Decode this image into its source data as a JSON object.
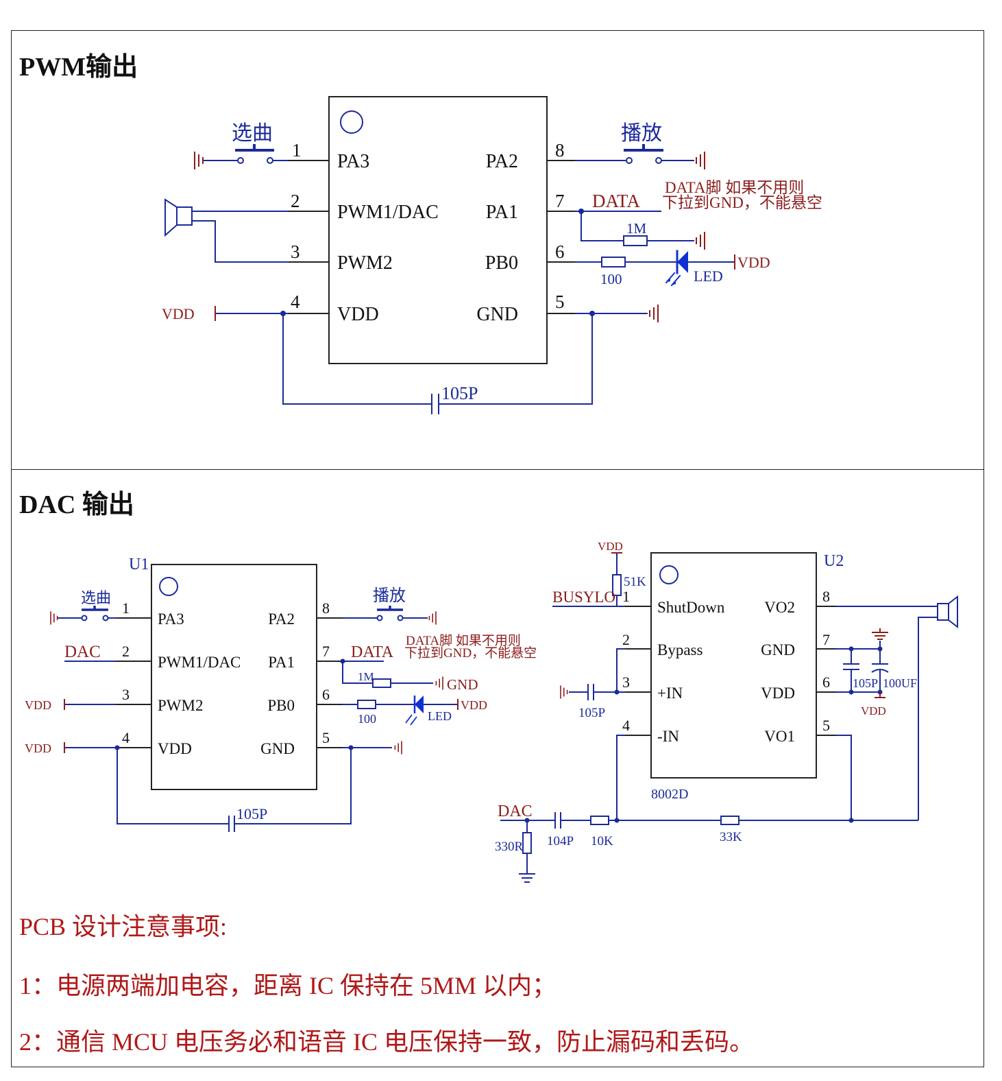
{
  "pwm_section": {
    "title": "PWM输出",
    "chip": {
      "left_pins": [
        {
          "num": "1",
          "name": "PA3"
        },
        {
          "num": "2",
          "name": "PWM1/DAC"
        },
        {
          "num": "3",
          "name": "PWM2"
        },
        {
          "num": "4",
          "name": "VDD"
        }
      ],
      "right_pins": [
        {
          "num": "8",
          "name": "PA2"
        },
        {
          "num": "7",
          "name": "PA1"
        },
        {
          "num": "6",
          "name": "PB0"
        },
        {
          "num": "5",
          "name": "GND"
        }
      ]
    },
    "switch_select": "选曲",
    "switch_play": "播放",
    "data_label": "DATA",
    "data_note_line1": "DATA脚 如果不用则",
    "data_note_line2": "下拉到GND，不能悬空",
    "resistor_pulldown": "1M",
    "resistor_led": "100",
    "led_label": "LED",
    "vdd_led": "VDD",
    "vdd_left": "VDD",
    "cap_label": "105P"
  },
  "dac_section": {
    "title": "DAC 输出",
    "u1": {
      "ref": "U1",
      "left_pins": [
        {
          "num": "1",
          "name": "PA3"
        },
        {
          "num": "2",
          "name": "PWM1/DAC"
        },
        {
          "num": "3",
          "name": "PWM2"
        },
        {
          "num": "4",
          "name": "VDD"
        }
      ],
      "right_pins": [
        {
          "num": "8",
          "name": "PA2"
        },
        {
          "num": "7",
          "name": "PA1"
        },
        {
          "num": "6",
          "name": "PB0"
        },
        {
          "num": "5",
          "name": "GND"
        }
      ],
      "switch_select": "选曲",
      "switch_play": "播放",
      "dac_label": "DAC",
      "vdd_pin3": "VDD",
      "vdd_pin4": "VDD",
      "data_label": "DATA",
      "data_note_line1": "DATA脚 如果不用则",
      "data_note_line2": "下拉到GND，不能悬空",
      "resistor_pulldown": "1M",
      "gnd_label": "GND",
      "resistor_led": "100",
      "led_label": "LED",
      "vdd_led": "VDD",
      "cap_label": "105P"
    },
    "u2": {
      "ref": "U2",
      "part": "8002D",
      "left_pins": [
        {
          "num": "1",
          "name": "ShutDown"
        },
        {
          "num": "2",
          "name": "Bypass"
        },
        {
          "num": "3",
          "name": "+IN"
        },
        {
          "num": "4",
          "name": "-IN"
        }
      ],
      "right_pins": [
        {
          "num": "8",
          "name": "VO2"
        },
        {
          "num": "7",
          "name": "GND"
        },
        {
          "num": "6",
          "name": "VDD"
        },
        {
          "num": "5",
          "name": "VO1"
        }
      ],
      "vdd_top": "VDD",
      "r_pullup": "51K",
      "busy_label": "BUSYLO",
      "cap_in": "105P",
      "cap_105p": "105P",
      "cap_100uf": "100UF",
      "vdd_bottom": "VDD",
      "dac_label": "DAC",
      "r_330": "330R",
      "cap_104p": "104P",
      "r_10k": "10K",
      "r_33k": "33K"
    }
  },
  "notes": {
    "title": "PCB  设计注意事项:",
    "line1": "1：电源两端加电容，距离 IC 保持在 5MM 以内；",
    "line2": "2：通信 MCU 电压务必和语音 IC 电压保持一致，防止漏码和丢码。"
  },
  "colors": {
    "wire": "#1a2a9a",
    "label": "#8b1c1c",
    "pin_text": "#111111",
    "note": "#b01818",
    "led": "#1030d0"
  }
}
